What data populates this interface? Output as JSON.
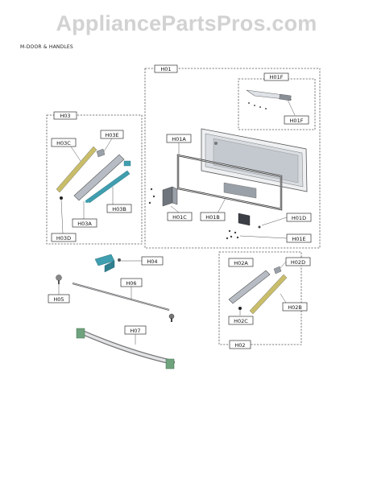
{
  "watermark": "AppliancePartsPros.com",
  "section_title": "M-DOOR & HANDLES",
  "labels": {
    "H01": "H01",
    "H01F_top": "H01F",
    "H01F_bottom": "H01F",
    "H01A": "H01A",
    "H01B": "H01B",
    "H01C": "H01C",
    "H01D": "H01D",
    "H01E": "H01E",
    "H02": "H02",
    "H02A": "H02A",
    "H02B": "H02B",
    "H02C": "H02C",
    "H02D": "H02D",
    "H03": "H03",
    "H03A": "H03A",
    "H03B": "H03B",
    "H03C": "H03C",
    "H03D": "H03D",
    "H03E": "H03E",
    "H04": "H04",
    "H05": "H05",
    "H06": "H06",
    "H07": "H07"
  },
  "colors": {
    "yellow_part": "#c9bd6a",
    "steel_part": "#b7bcc4",
    "teal_part": "#3f9fb0",
    "green_end": "#6fa37e"
  }
}
